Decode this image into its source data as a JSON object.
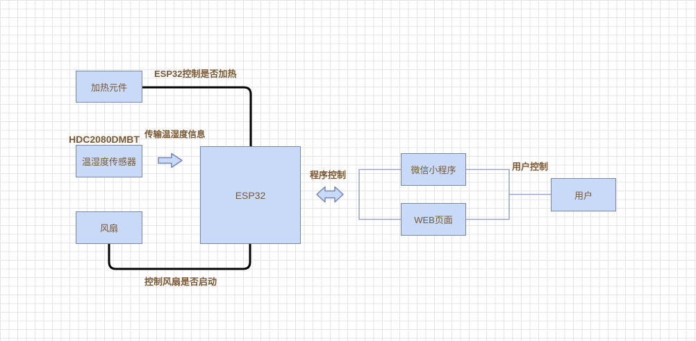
{
  "diagram": {
    "nodes": {
      "heater": {
        "label": "加热元件"
      },
      "sensor": {
        "label": "温湿度传感器"
      },
      "fan": {
        "label": "风扇"
      },
      "esp32": {
        "label": "ESP32"
      },
      "wechat": {
        "label": "微信小程序"
      },
      "web": {
        "label": "WEB页面"
      },
      "user": {
        "label": "用户"
      }
    },
    "labels": {
      "heat_control": "ESP32控制是否加热",
      "sensor_chip": "HDC2080DMBT",
      "transmit_info": "传输温湿度信息",
      "program_control": "程序控制",
      "user_control": "用户控制",
      "fan_control": "控制风扇是否启动"
    },
    "colors": {
      "node_fill": "#c9daf8",
      "node_border": "#7585b2",
      "connector_thin": "#99a4c4",
      "connector_thick": "#000000",
      "text": "#7a5730",
      "grid_line": "#e4e4e8",
      "background": "#ffffff"
    }
  }
}
